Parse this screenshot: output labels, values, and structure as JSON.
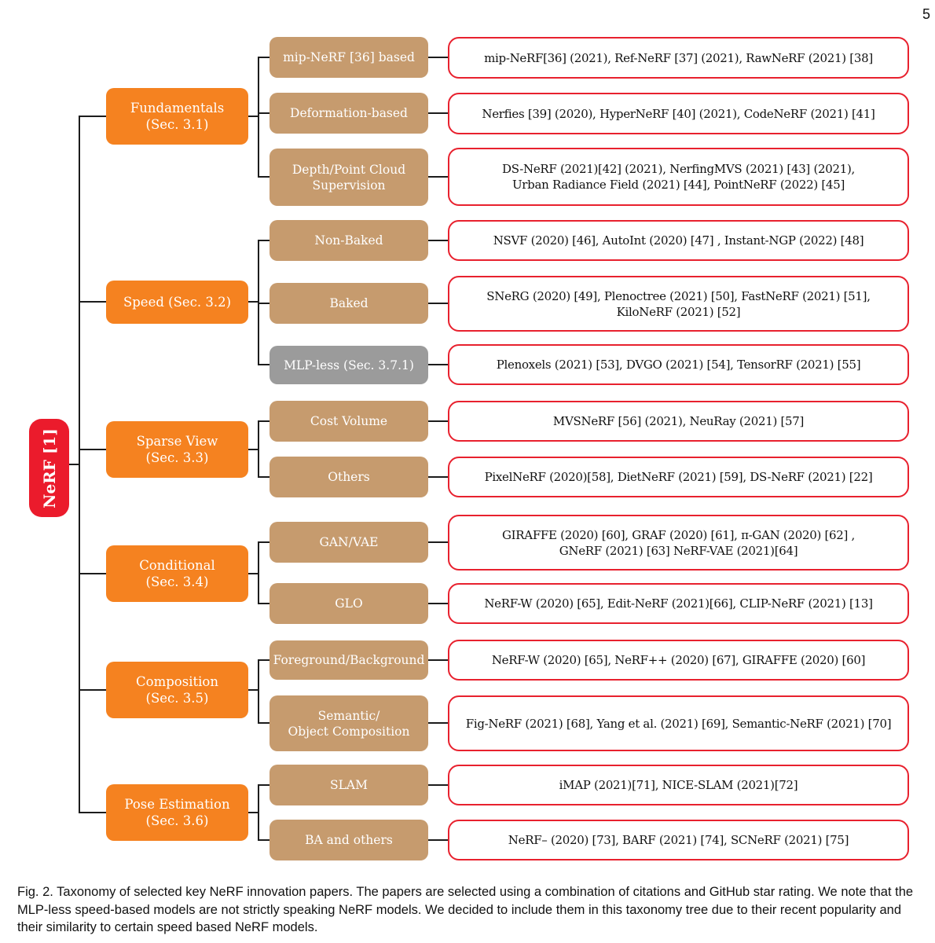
{
  "page": {
    "number": "5"
  },
  "root": {
    "label": "NeRF [1]"
  },
  "categories": [
    {
      "label": "Fundamentals\n(Sec. 3.1)"
    },
    {
      "label": "Speed (Sec. 3.2)"
    },
    {
      "label": "Sparse View\n(Sec. 3.3)"
    },
    {
      "label": "Conditional\n(Sec. 3.4)"
    },
    {
      "label": "Composition\n(Sec. 3.5)"
    },
    {
      "label": "Pose Estimation\n(Sec. 3.6)"
    }
  ],
  "rows": [
    {
      "sub": "mip-NeRF [36] based",
      "papers": "mip-NeRF[36] (2021), Ref-NeRF [37] (2021), RawNeRF (2021) [38]"
    },
    {
      "sub": "Deformation-based",
      "papers": "Nerfies [39] (2020), HyperNeRF [40] (2021), CodeNeRF (2021) [41]"
    },
    {
      "sub": "Depth/Point Cloud\nSupervision",
      "papers": "DS-NeRF (2021)[42] (2021), NerfingMVS (2021) [43] (2021),\nUrban Radiance Field (2021) [44], PointNeRF (2022) [45]"
    },
    {
      "sub": "Non-Baked",
      "papers": "NSVF (2020) [46], AutoInt (2020) [47] , Instant-NGP (2022) [48]"
    },
    {
      "sub": "Baked",
      "papers": "SNeRG (2020) [49], Plenoctree (2021) [50], FastNeRF (2021) [51],\nKiloNeRF (2021) [52]"
    },
    {
      "sub": "MLP-less (Sec. 3.7.1)",
      "papers": "Plenoxels (2021) [53], DVGO (2021) [54], TensorRF (2021) [55]"
    },
    {
      "sub": "Cost Volume",
      "papers": "MVSNeRF [56] (2021), NeuRay (2021) [57]"
    },
    {
      "sub": "Others",
      "papers": "PixelNeRF (2020)[58], DietNeRF (2021) [59], DS-NeRF (2021) [22]"
    },
    {
      "sub": "GAN/VAE",
      "papers": "GIRAFFE (2020) [60], GRAF (2020) [61], π-GAN (2020) [62] ,\nGNeRF (2021) [63] NeRF-VAE (2021)[64]"
    },
    {
      "sub": "GLO",
      "papers": "NeRF-W (2020) [65], Edit-NeRF (2021)[66], CLIP-NeRF (2021) [13]"
    },
    {
      "sub": "Foreground/Background",
      "papers": "NeRF-W (2020) [65], NeRF++ (2020) [67], GIRAFFE (2020) [60]"
    },
    {
      "sub": "Semantic/\nObject Composition",
      "papers": "Fig-NeRF (2021) [68], Yang et al. (2021) [69], Semantic-NeRF (2021) [70]"
    },
    {
      "sub": "SLAM",
      "papers": "iMAP (2021)[71], NICE-SLAM (2021)[72]"
    },
    {
      "sub": "BA and others",
      "papers": "NeRF– (2020) [73], BARF (2021) [74], SCNeRF (2021) [75]"
    }
  ],
  "colors": {
    "category_orange": "#F58220",
    "subcategory_tan": "#C69B6E",
    "subcategory_gray": "#9B9B9B",
    "root_red": "#EB1B2C",
    "leaf_border_red": "#E8212E",
    "line": "#1C1C1C"
  },
  "caption": "Fig. 2. Taxonomy of selected key NeRF innovation papers. The papers are selected using a combination of citations and GitHub star rating. We note that the MLP-less speed-based models are not strictly speaking NeRF models. We decided to include them in this taxonomy tree due to their recent popularity and their similarity to certain speed based NeRF models."
}
